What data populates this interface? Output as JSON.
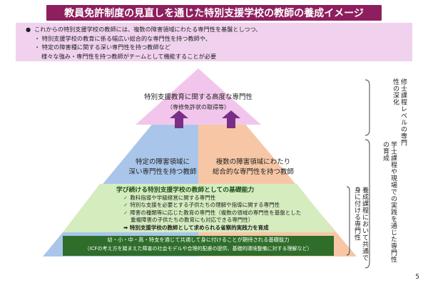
{
  "title": "教員免許制度の見直しを通じた特別支援学校の教師の養成イメージ",
  "intro": {
    "bullet_symbol": "●",
    "lines": [
      "これからの特別支援学校の教師には、複数の障害領域にわたる専門性を基盤としつつ、",
      "・ 特別支援学校の教育に係る幅広い総合的な専門性を持つ教師や、",
      "・ 特定の障害種に関する深い専門性を持つ教師など",
      "様々な強み・専門性を持つ教師がチームとして機能することが必要"
    ]
  },
  "pyramid": {
    "top_label": "特別支援教育に関する高度な専門性",
    "top_sublabel": "（専修免許状の取得等）",
    "left_label_1": "特定の障害領域に",
    "left_label_2": "深い専門性を持つ教師",
    "right_label_1": "複数の障害領域にわたり",
    "right_label_2": "総合的な専門性を持つ教師"
  },
  "green": {
    "heading": "学び続ける特別支援学校の教師としての基礎能力",
    "items": [
      "教科指導や学級経営に関する専門性",
      "特別な支援を必要とする子供たちの理解や指導に関する専門性",
      "障害の種類等に応じた教育の専門性（複数の領域の専門性を基盤とした",
      "重複障害の子供たちの教育にも対応できる専門性）"
    ],
    "arrow_line": "特別支援学校の教師として求められる省察的実践力を育成"
  },
  "band": {
    "line1": "幼・小・中・高・特支を通じて共通して身に付けることが期待される基礎能力",
    "line2": "（ICFの考え方を踏まえた障害の社会モデルや合理的配慮の提供、基礎的環境整備に対する理解など）"
  },
  "side": {
    "c1": "修士課程レベルの専門性の深化",
    "c2": "学士課程や現場での実践を通じた専門性の育成",
    "c3": "養成課程において共通で身に付ける専門性"
  },
  "page_number": "5",
  "colors": {
    "title_bg": "#8e1f5e",
    "intro_bg": "#f0d2ef",
    "apex": "#f2c6ec",
    "left_blue": "#a9c6ea",
    "right_orange": "#f7c7a5",
    "green_light": "#d5ecbf",
    "green_dark": "#2e6e2a",
    "arrow_purple": "#7a2f86"
  }
}
